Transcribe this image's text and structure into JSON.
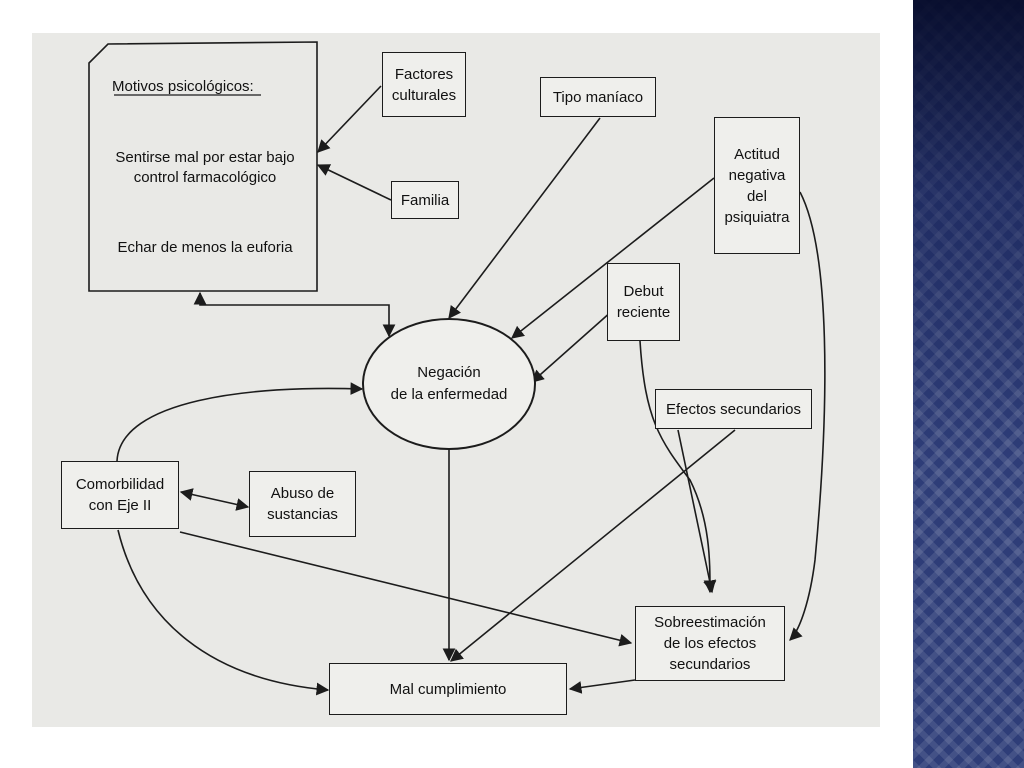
{
  "motivos": {
    "title": "Motivos psicológicos:",
    "item1": "Sentirse mal por estar bajo\ncontrol farmacológico",
    "item2": "Echar de menos la euforia"
  },
  "nodes": {
    "factores": "Factores\nculturales",
    "familia": "Familia",
    "tipo": "Tipo maníaco",
    "actitud": "Actitud\nnegativa\ndel\npsiquiatra",
    "debut": "Debut\nreciente",
    "negacion": "Negación\nde la enfermedad",
    "efectos": "Efectos secundarios",
    "comorbilidad": "Comorbilidad\ncon Eje II",
    "abuso": "Abuso de\nsustancias",
    "sobre": "Sobreestimación\nde los efectos\nsecundarios",
    "mal": "Mal cumplimiento"
  },
  "colors": {
    "ink": "#1c1c1c",
    "paper": "#e9e9e6",
    "sidebar": "#2e3d78"
  }
}
